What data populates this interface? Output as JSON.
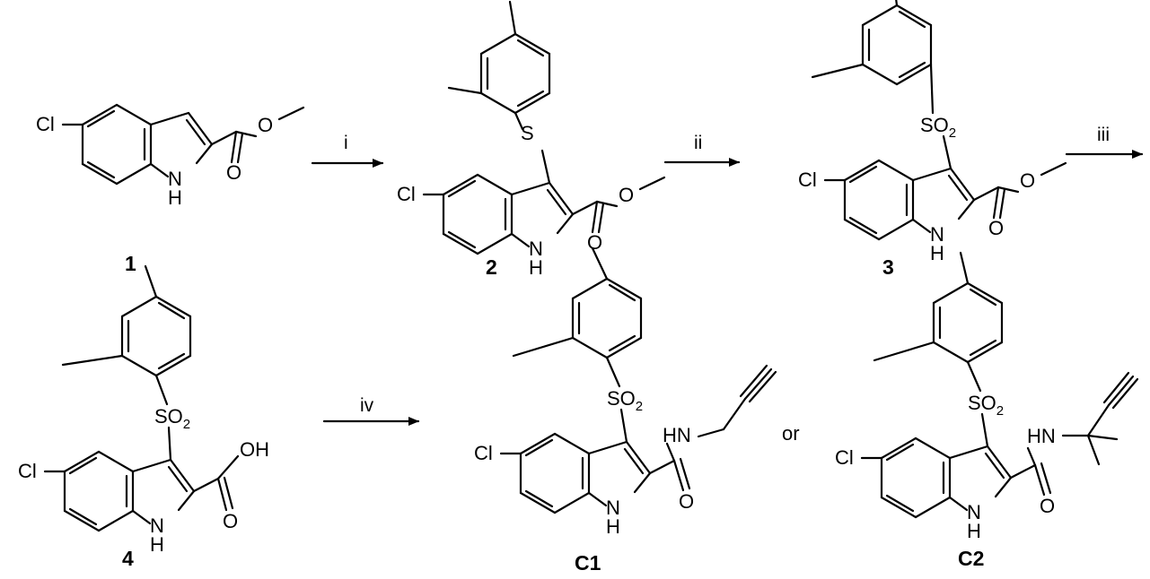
{
  "atoms": {
    "cl": "Cl",
    "s": "S",
    "so": "SO",
    "so_sub": "2",
    "o": "O",
    "nh_n": "N",
    "nh_h": "H",
    "oh": "OH",
    "hn": "HN"
  },
  "compounds": [
    "1",
    "2",
    "3",
    "4",
    "C1",
    "C2"
  ],
  "conditions": [
    "i",
    "ii",
    "iii",
    "iv"
  ],
  "connector": "or",
  "colors": {
    "ink": "#000000",
    "background": "#ffffff"
  }
}
